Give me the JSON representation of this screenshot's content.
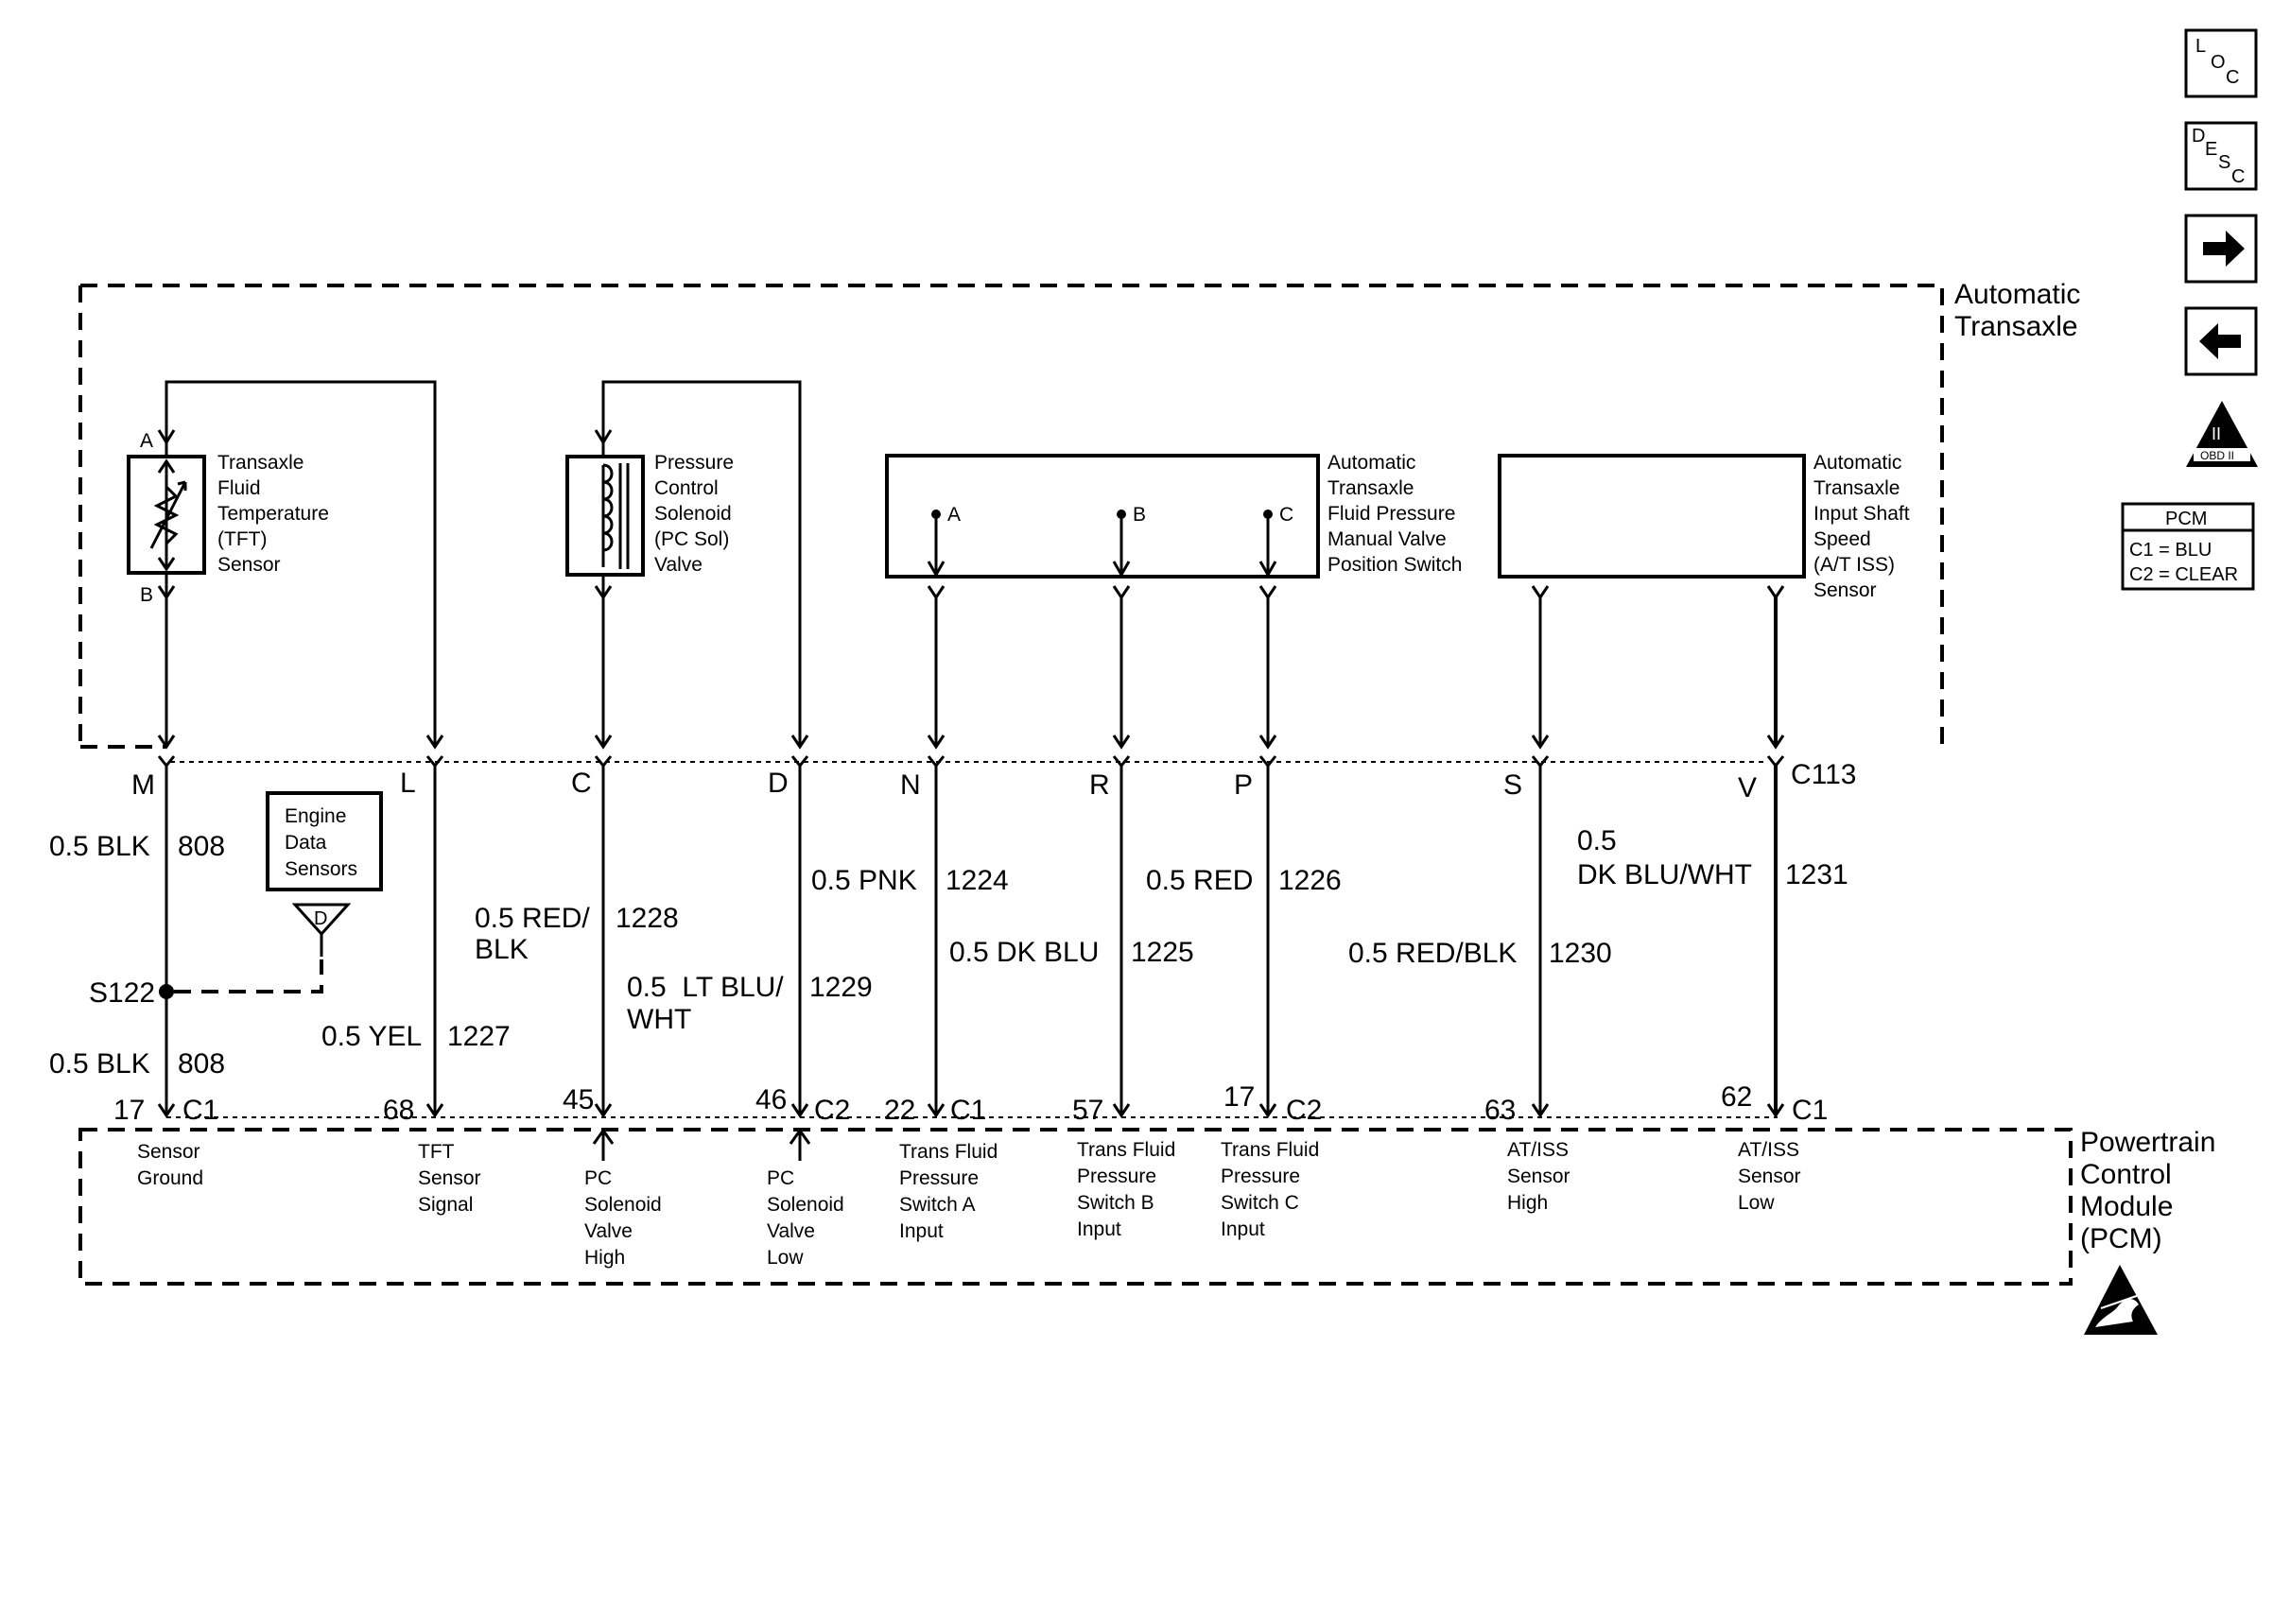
{
  "harness": {
    "transaxle_label": [
      "Automatic",
      "Transaxle"
    ],
    "pcm_label": [
      "Powertrain",
      "Control",
      "Module",
      "(PCM)"
    ],
    "connector_c113": "C113"
  },
  "components": {
    "tft": {
      "lines": [
        "Transaxle",
        "Fluid",
        "Temperature",
        "(TFT)",
        "Sensor"
      ],
      "pin_top": "A",
      "pin_bottom": "B"
    },
    "pcsol": {
      "lines": [
        "Pressure",
        "Control",
        "Solenoid",
        "(PC Sol)",
        "Valve"
      ]
    },
    "pressure_switch": {
      "lines": [
        "Automatic",
        "Transaxle",
        "Fluid Pressure",
        "Manual Valve",
        "Position Switch"
      ],
      "pins": [
        "A",
        "B",
        "C"
      ]
    },
    "iss": {
      "lines": [
        "Automatic",
        "Transaxle",
        "Input Shaft",
        "Speed",
        "(A/T ISS)",
        "Sensor"
      ]
    },
    "engine_data": {
      "lines": [
        "Engine",
        "Data",
        "Sensors"
      ],
      "tag": "D"
    },
    "splice": "S122"
  },
  "circuits": [
    {
      "c113_pin": "M",
      "wire": "0.5 BLK",
      "circuit": "808",
      "wire2": "0.5 BLK",
      "circuit2": "808",
      "pcm_pin": "17",
      "pcm_conn": "C1",
      "pcm_desc": [
        "Sensor",
        "Ground"
      ]
    },
    {
      "c113_pin": "L",
      "wire": "0.5 YEL",
      "circuit": "1227",
      "pcm_pin": "68",
      "pcm_desc": [
        "TFT",
        "Sensor",
        "Signal"
      ]
    },
    {
      "c113_pin": "C",
      "wire": [
        "0.5 RED/",
        "BLK"
      ],
      "circuit": "1228",
      "pcm_pin": "45",
      "pcm_desc": [
        "PC",
        "Solenoid",
        "Valve",
        "High"
      ]
    },
    {
      "c113_pin": "D",
      "wire": [
        "0.5  LT BLU/",
        "WHT"
      ],
      "circuit": "1229",
      "pcm_pin": "46",
      "pcm_conn": "C2",
      "pcm_desc": [
        "PC",
        "Solenoid",
        "Valve",
        "Low"
      ]
    },
    {
      "c113_pin": "N",
      "wire": "0.5 PNK",
      "circuit": "1224",
      "pcm_pin": "22",
      "pcm_conn": "C1",
      "pcm_desc": [
        "Trans Fluid",
        "Pressure",
        "Switch A",
        "Input"
      ]
    },
    {
      "c113_pin": "R",
      "wire": "0.5 DK BLU",
      "circuit": "1225",
      "pcm_pin": "57",
      "pcm_desc": [
        "Trans Fluid",
        "Pressure",
        "Switch B",
        "Input"
      ]
    },
    {
      "c113_pin": "P",
      "wire": "0.5 RED",
      "circuit": "1226",
      "pcm_pin": "17",
      "pcm_conn": "C2",
      "pcm_desc": [
        "Trans Fluid",
        "Pressure",
        "Switch C",
        "Input"
      ]
    },
    {
      "c113_pin": "S",
      "wire": "0.5 RED/BLK",
      "circuit": "1230",
      "pcm_pin": "63",
      "pcm_desc": [
        "AT/ISS",
        "Sensor",
        "High"
      ]
    },
    {
      "c113_pin": "V",
      "wire": [
        "0.5",
        "DK BLU/WHT"
      ],
      "circuit": "1231",
      "pcm_pin": "62",
      "pcm_conn": "C1",
      "pcm_desc": [
        "AT/ISS",
        "Sensor",
        "Low"
      ]
    }
  ],
  "sidebar": {
    "loc": [
      "L",
      "O",
      "C"
    ],
    "desc": [
      "D",
      "E",
      "S",
      "C"
    ],
    "next_icon": "arrow-right-icon",
    "prev_icon": "arrow-left-icon",
    "obd": {
      "roman": "II",
      "label": "OBD II"
    },
    "pcm_table": {
      "title": "PCM",
      "rows": [
        "C1 = BLU",
        "C2 = CLEAR"
      ]
    }
  }
}
